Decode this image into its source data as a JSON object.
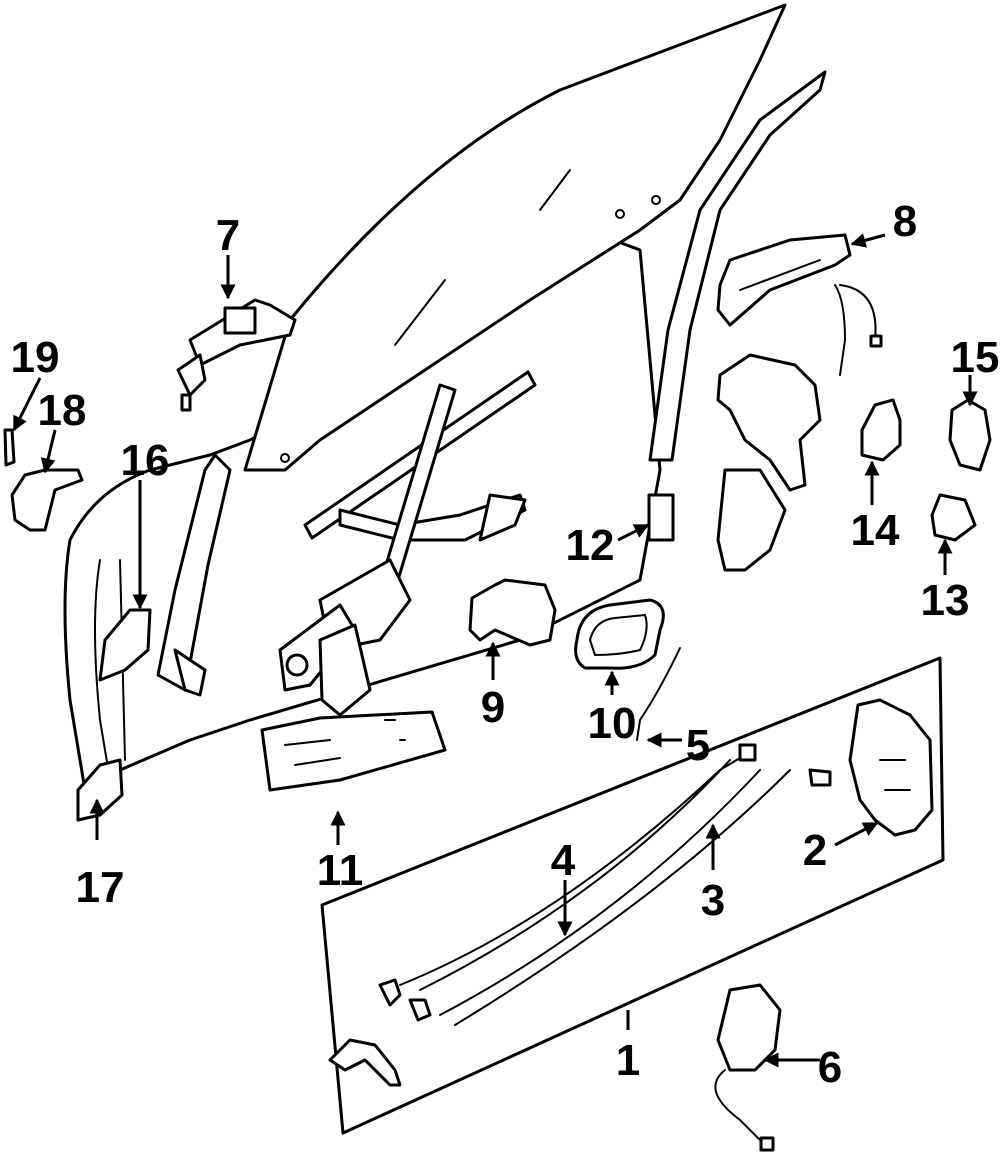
{
  "diagram": {
    "type": "exploded-parts-diagram",
    "callouts": [
      "1",
      "2",
      "3",
      "4",
      "5",
      "6",
      "7",
      "8",
      "9",
      "10",
      "11",
      "12",
      "13",
      "14",
      "15",
      "16",
      "17",
      "18",
      "19"
    ]
  },
  "colors": {
    "ink": "#000000",
    "paper": "#ffffff"
  },
  "icons": [
    "door-panel",
    "window-glass",
    "window-regulator",
    "door-lock-cylinder",
    "outside-handle",
    "lock-actuator",
    "door-hinge",
    "door-check",
    "striker",
    "latch"
  ]
}
